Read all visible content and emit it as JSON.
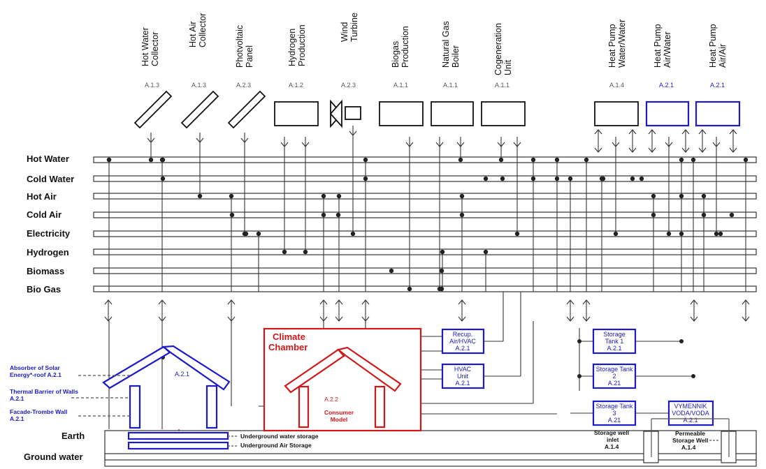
{
  "components": [
    {
      "label_line1": "Hot Water",
      "label_line2": "Collector",
      "code": "A.1.3",
      "code_color": "gray"
    },
    {
      "label_line1": "Hot Air",
      "label_line2": "Collector",
      "code": "A.1.3",
      "code_color": "gray"
    },
    {
      "label_line1": "Photvoltaic",
      "label_line2": "Panel",
      "code": "A.2.3",
      "code_color": "gray"
    },
    {
      "label_line1": "Hydrogen",
      "label_line2": "Production",
      "code": "A.1.2",
      "code_color": "gray"
    },
    {
      "label_line1": "Wind",
      "label_line2": "Turbine",
      "code": "A.2.3",
      "code_color": "gray"
    },
    {
      "label_line1": "Biogas",
      "label_line2": "Production",
      "code": "A.1.1",
      "code_color": "gray"
    },
    {
      "label_line1": "Natural Gas",
      "label_line2": "Boiler",
      "code": "A.1.1",
      "code_color": "gray"
    },
    {
      "label_line1": "Cogeneration",
      "label_line2": "Unit",
      "code": "A.1.1",
      "code_color": "gray"
    },
    {
      "label_line1": "Heat Pump",
      "label_line2": "Water/Water",
      "code": "A.1.4",
      "code_color": "gray"
    },
    {
      "label_line1": "Heat Pump",
      "label_line2": "Air/Water",
      "code": "A.2.1",
      "code_color": "blue"
    },
    {
      "label_line1": "Heat Pump",
      "label_line2": "Air/Air",
      "code": "A.2.1",
      "code_color": "blue"
    }
  ],
  "buses": [
    "Hot Water",
    "Cold Water",
    "Hot Air",
    "Cold Air",
    "Electricity",
    "Hydrogen",
    "Biomass",
    "Bio Gas"
  ],
  "ground": {
    "earth": "Earth",
    "groundwater": "Ground water"
  },
  "storage_labels": {
    "water": "Underground water storage",
    "air": "Underground Air Storage"
  },
  "house_labels": {
    "absorber_1": "Absorber of Solar",
    "absorber_2": "Energy*-roof A.2.1",
    "barrier_1": "Thermal Barrier of Walls",
    "barrier_2": "A.2.1",
    "facade_1": "Facade-Trombe Wall",
    "facade_2": "A.2.1",
    "house_code": "A.2.1"
  },
  "climate": {
    "title_1": "Climate",
    "title_2": "Chamber",
    "code": "A.2.2",
    "model_1": "Consumer",
    "model_2": "Model"
  },
  "boxes": {
    "recup": [
      "Recup.",
      "Air/HVAC",
      "A.2.1"
    ],
    "hvac": [
      "HVAC",
      "Unit",
      "A.2.1"
    ],
    "tank1": [
      "Storage",
      "Tank 1",
      "A.2.1"
    ],
    "tank2": [
      "Storage Tank",
      "2",
      "A.21"
    ],
    "tank3": [
      "Storage Tank",
      "3",
      "A.21"
    ],
    "vymennik": [
      "VYMENNIK",
      "VODA/VODA",
      "A.2.1"
    ]
  },
  "wells": {
    "inlet_1": "Storage well",
    "inlet_2": "inlet",
    "inlet_3": "A.1.4",
    "perm_1": "Permeable",
    "perm_2": "Storage Well",
    "perm_3": "A.1.4"
  }
}
